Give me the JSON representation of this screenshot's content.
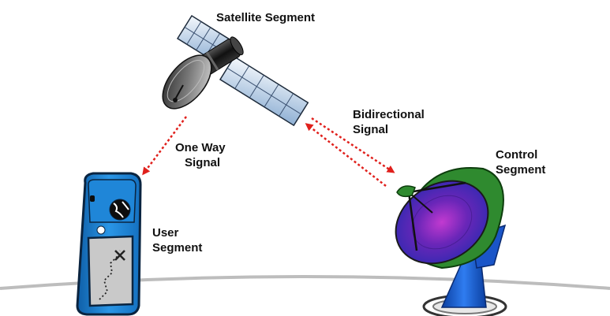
{
  "labels": {
    "satellite_segment": "Satellite Segment",
    "bidirectional_line1": "Bidirectional",
    "bidirectional_line2": "Signal",
    "one_way_line1": "One Way",
    "one_way_line2": "Signal",
    "control_line1": "Control",
    "control_line2": "Segment",
    "user_line1": "User",
    "user_line2": "Segment"
  },
  "colors": {
    "signal_arrow": "#e0201c",
    "gps_body": "#1f86d8",
    "dish_green": "#2a8a2a",
    "dish_purple": "#5a1ea0",
    "dish_support_blue": "#1a5fd0",
    "ground_line": "#bdbdbd"
  },
  "icons": [
    "satellite-icon",
    "gps-receiver-icon",
    "satellite-dish-icon"
  ]
}
